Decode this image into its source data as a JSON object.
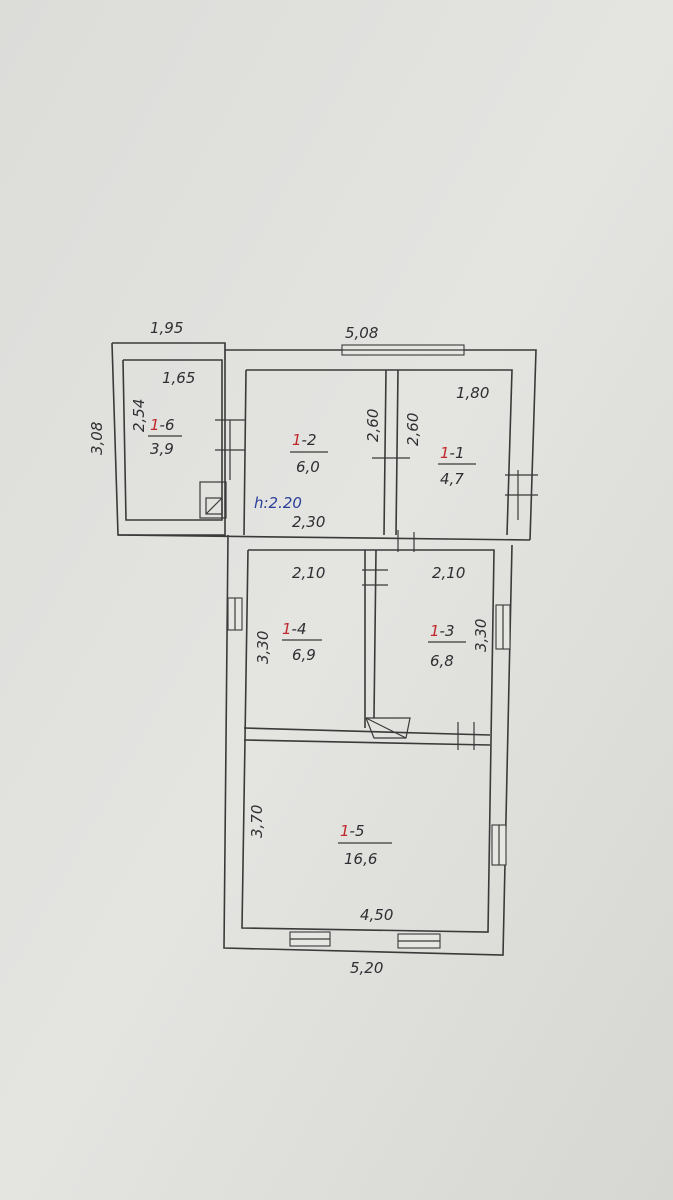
{
  "plan": {
    "outer_dims": {
      "top_left_width": "1,95",
      "top_right_width": "5,08",
      "left_height": "3,08",
      "bottom_width": "5,20"
    },
    "inner_dims": {
      "corridor_width": "2,30",
      "room5_width": "4,50",
      "room5_height": "3,70"
    },
    "ceiling_height": "h:2.20",
    "rooms": [
      {
        "id": "1-6",
        "prefix": "1",
        "suffix": "-6",
        "area": "3,9",
        "dim_a": "1,65",
        "dim_b": "2,54"
      },
      {
        "id": "1-2",
        "prefix": "1",
        "suffix": "-2",
        "area": "6,0",
        "dim_a": "2,60"
      },
      {
        "id": "1-1",
        "prefix": "1",
        "suffix": "-1",
        "area": "4,7",
        "dim_a": "1,80",
        "dim_b": "2,60"
      },
      {
        "id": "1-4",
        "prefix": "1",
        "suffix": "-4",
        "area": "6,9",
        "dim_a": "2,10",
        "dim_b": "3,30"
      },
      {
        "id": "1-3",
        "prefix": "1",
        "suffix": "-3",
        "area": "6,8",
        "dim_a": "2,10",
        "dim_b": "3,30"
      },
      {
        "id": "1-5",
        "prefix": "1",
        "suffix": "-5",
        "area": "16,6"
      }
    ]
  }
}
